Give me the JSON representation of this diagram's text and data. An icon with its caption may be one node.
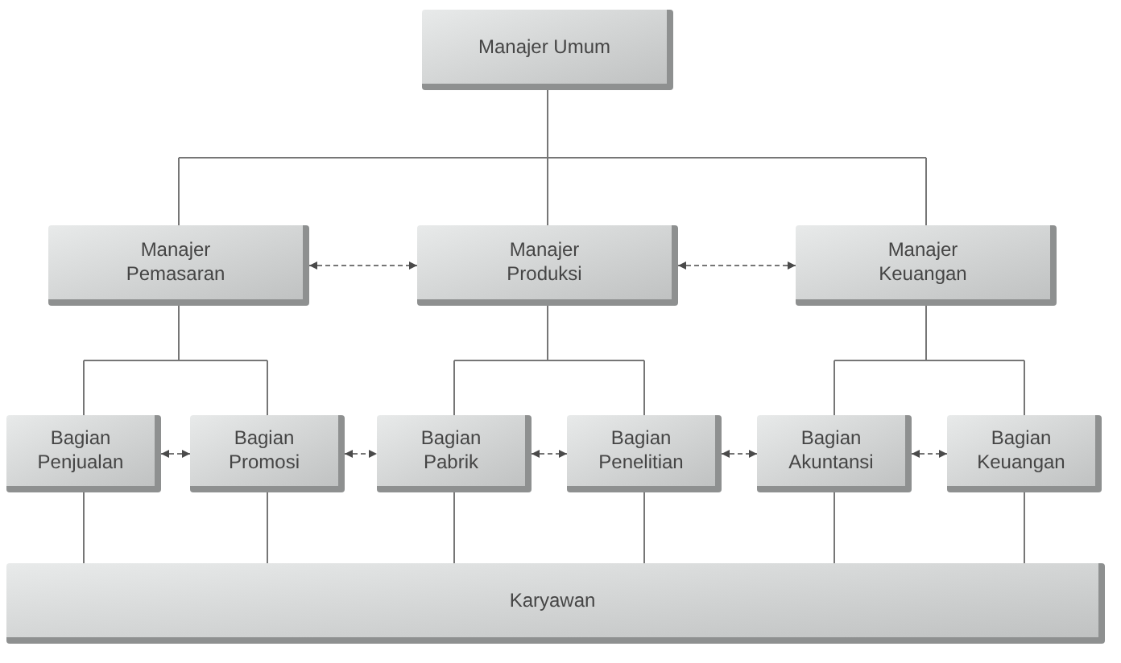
{
  "diagram": {
    "nodes": [
      {
        "text": [
          "Manajer Umum"
        ]
      },
      {
        "text": [
          "Manajer Pemasaran"
        ]
      },
      {
        "text": [
          "Manajer Produksi"
        ]
      },
      {
        "text": [
          "Manajer Keuangan"
        ]
      },
      {
        "text": [
          "Bagian Penjualan"
        ]
      },
      {
        "text": [
          "Bagian Promosi"
        ]
      },
      {
        "text": [
          "Bagian Pabrik"
        ]
      },
      {
        "text": [
          "Bagian Penelitian"
        ]
      },
      {
        "text": [
          "Bagian Akuntansi"
        ]
      },
      {
        "text": [
          "Bagian Keuangan"
        ]
      },
      {
        "text": [
          "Karyawan"
        ]
      }
    ],
    "edges": [
      {
        "from": 0,
        "to": 1,
        "arrow": "none"
      },
      {
        "from": 0,
        "to": 2,
        "arrow": "none"
      },
      {
        "from": 0,
        "to": 3,
        "arrow": "none"
      },
      {
        "from": 1,
        "to": 2,
        "arrow": "both",
        "style": "dashed"
      },
      {
        "from": 2,
        "to": 3,
        "arrow": "both",
        "style": "dashed"
      },
      {
        "from": 1,
        "to": 4,
        "arrow": "none"
      },
      {
        "from": 1,
        "to": 5,
        "arrow": "none"
      },
      {
        "from": 2,
        "to": 6,
        "arrow": "none"
      },
      {
        "from": 2,
        "to": 7,
        "arrow": "none"
      },
      {
        "from": 3,
        "to": 8,
        "arrow": "none"
      },
      {
        "from": 3,
        "to": 9,
        "arrow": "none"
      },
      {
        "from": 4,
        "to": 5,
        "arrow": "both",
        "style": "dashed"
      },
      {
        "from": 5,
        "to": 6,
        "arrow": "both",
        "style": "dashed"
      },
      {
        "from": 6,
        "to": 7,
        "arrow": "both",
        "style": "dashed"
      },
      {
        "from": 7,
        "to": 8,
        "arrow": "both",
        "style": "dashed"
      },
      {
        "from": 8,
        "to": 9,
        "arrow": "both",
        "style": "dashed"
      },
      {
        "from": 4,
        "to": 10,
        "arrow": "none"
      },
      {
        "from": 5,
        "to": 10,
        "arrow": "none"
      },
      {
        "from": 6,
        "to": 10,
        "arrow": "none"
      },
      {
        "from": 7,
        "to": 10,
        "arrow": "none"
      },
      {
        "from": 8,
        "to": 10,
        "arrow": "none"
      },
      {
        "from": 9,
        "to": 10,
        "arrow": "none"
      }
    ]
  }
}
